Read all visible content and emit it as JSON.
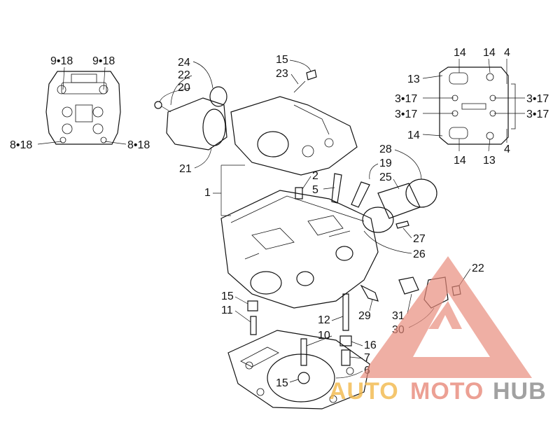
{
  "callouts": {
    "inset_left": {
      "tl": "9•18",
      "tr": "9•18",
      "bl": "8•18",
      "br": "8•18"
    },
    "inset_right": {
      "top14a": "14",
      "top14b": "14",
      "top4": "4",
      "r13": "13",
      "l317a": "3•17",
      "r317a": "3•17",
      "l317b": "3•17",
      "r317b": "3•17",
      "l14": "14",
      "r4": "4",
      "b14": "14",
      "b13": "13"
    },
    "main": {
      "c24": "24",
      "c22": "22",
      "c20": "20",
      "c15a": "15",
      "c23": "23",
      "c21": "21",
      "c1": "1",
      "c2": "2",
      "c5": "5",
      "c28": "28",
      "c19": "19",
      "c25": "25",
      "c27": "27",
      "c26": "26",
      "c22b": "22",
      "c29": "29",
      "c31": "31",
      "c30": "30",
      "c15b": "15",
      "c11": "11",
      "c12": "12",
      "c10": "10",
      "c16": "16",
      "c7": "7",
      "c6": "6",
      "c15c": "15"
    }
  },
  "watermark": {
    "part1": "AUTO",
    "part2": "MOTO",
    "part3": "HUB",
    "colors": {
      "auto": "#f2b84b",
      "moto": "#e8897a",
      "hub": "#8a8a8a",
      "triangle": "#e8897a"
    }
  }
}
